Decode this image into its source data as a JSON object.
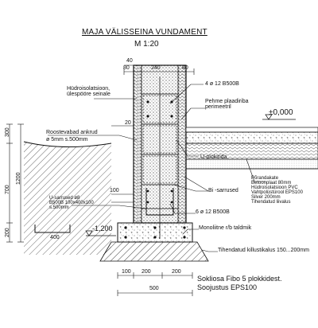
{
  "title": "MAJA VÄLISSEINA VUNDAMENT",
  "scale": "M 1:20",
  "top_dims": {
    "total": "40",
    "left": "80",
    "mid": "240",
    "right": "80"
  },
  "callouts": {
    "waterproofing": [
      "Hüdroisolatsioon,",
      "ülespööre seinale"
    ],
    "rebar_top": "4 ø 12 B500B",
    "soft_board": [
      "Pehme plaadiriba",
      "perimeetril"
    ],
    "level_zero": "±0,000",
    "anchors": [
      "Roostevabad ankrud",
      "ø 5mm s.500mm"
    ],
    "u_block": "U-plokirida",
    "floor": [
      "Põrandakate",
      "Betoonplaat 80mm",
      "Hüdroisolatsioon PVC",
      "Vahtpolüstürool EPS100",
      "Silver 200mm",
      "Tihendatud liivalus"
    ],
    "bi_bars": "Bi -sarrused",
    "u_bars": [
      "U-sarrused ø8",
      "B500B 100x400x100",
      "s.500mm"
    ],
    "rebar_bottom": "6 ø 12 B500B",
    "mono_bar": "Monoliitne r/b taldmik",
    "gravel": "Tihendatud killustikalus 150...200mm",
    "level_bottom": "-1,200",
    "footer": [
      "Sokliosa Fibo 5 plokkidest.",
      "Soojustus EPS100"
    ]
  },
  "side_dims": {
    "d20": "20",
    "d100": "100",
    "d300": "300",
    "d700": "700",
    "d200": "200",
    "d1200": "1200",
    "d400": "400"
  },
  "bottom_dims": {
    "left": "100",
    "mid": "200",
    "right": "200",
    "total": "500"
  }
}
